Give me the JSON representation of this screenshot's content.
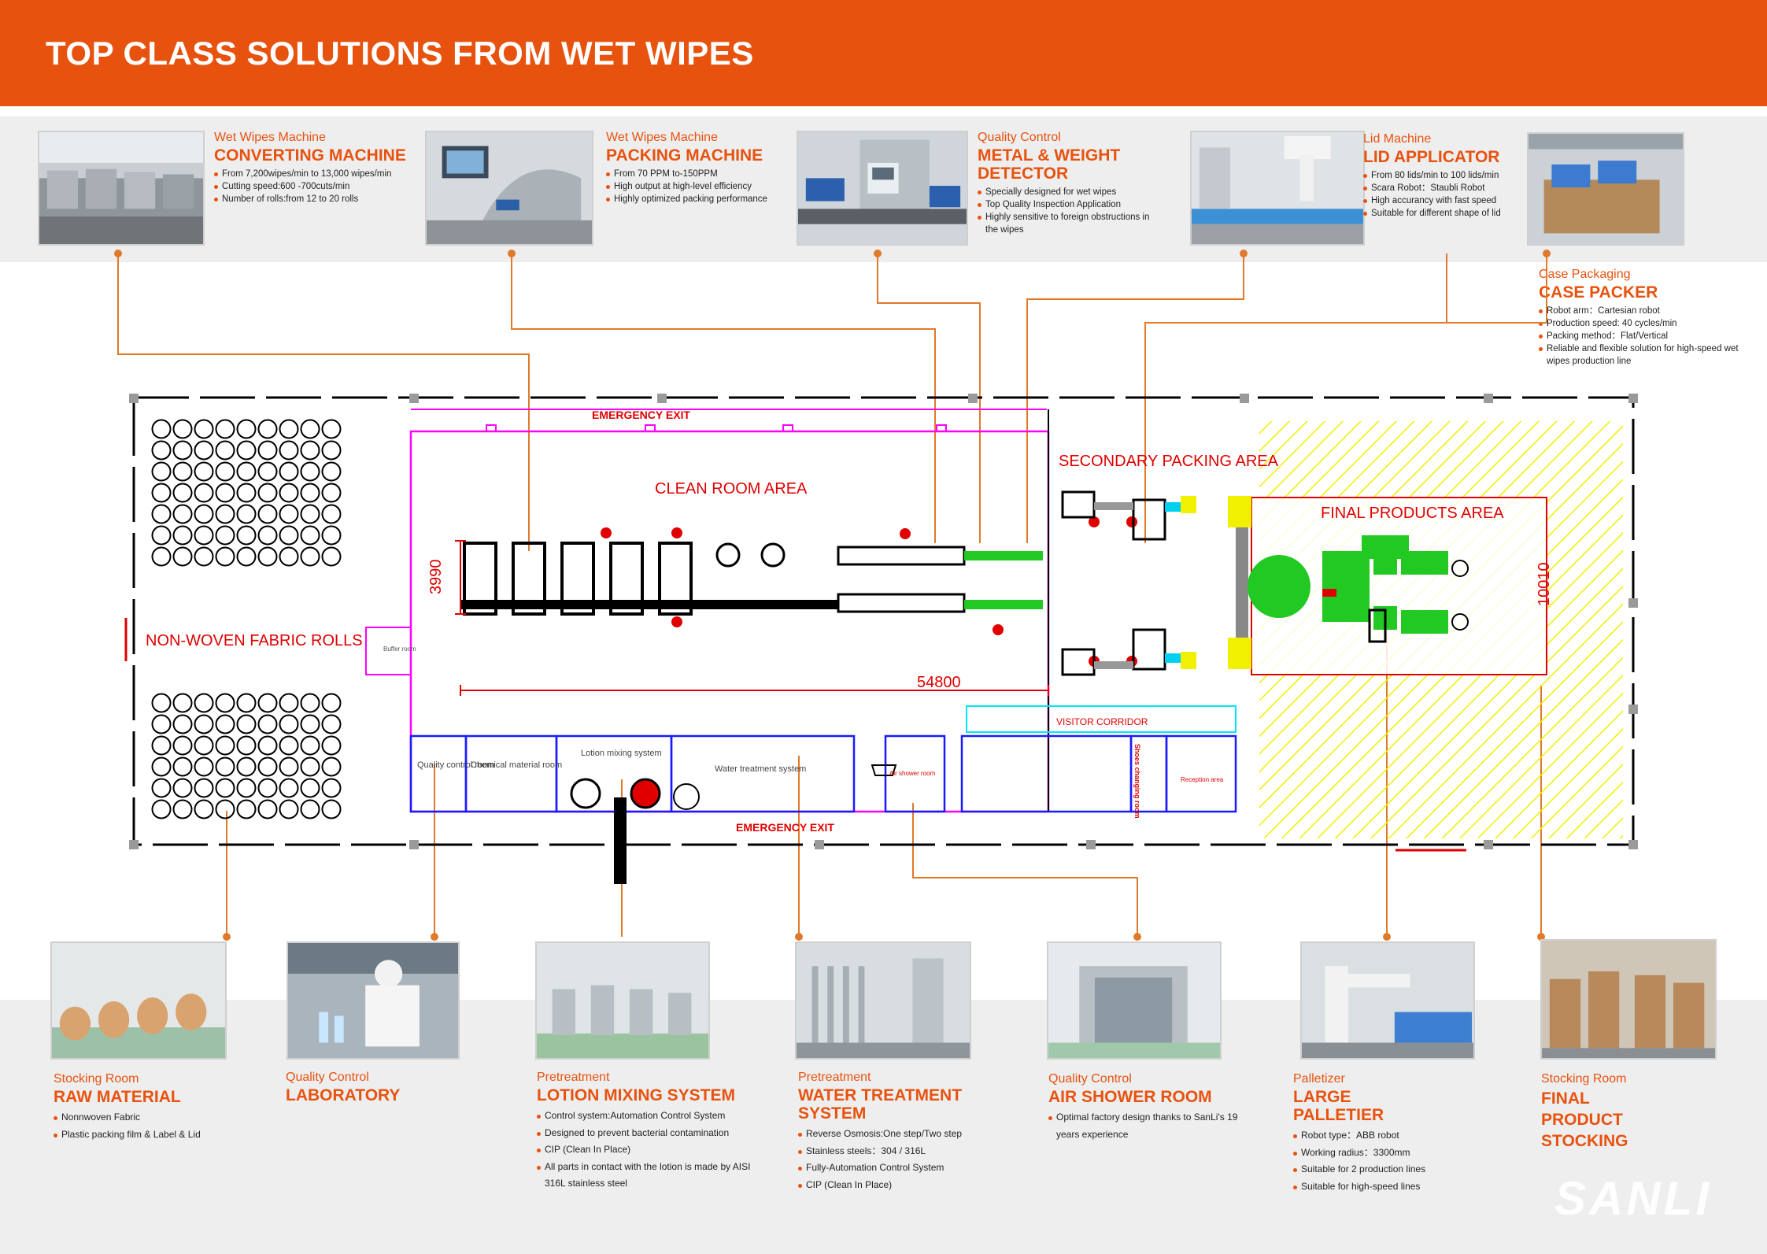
{
  "header": {
    "title": "TOP CLASS SOLUTIONS FROM WET WIPES"
  },
  "top_cards": [
    {
      "category": "Wet Wipes Machine",
      "name": "CONVERTING MACHINE",
      "items": [
        "From 7,200wipes/min to 13,000 wipes/min",
        "Cutting speed:600 -700cuts/min",
        "Number of rolls:from 12 to 20 rolls"
      ]
    },
    {
      "category": "Wet Wipes Machine",
      "name": "PACKING MACHINE",
      "items": [
        "From 70 PPM to-150PPM",
        "High output at high-level efficiency",
        "Highly optimized packing performance"
      ]
    },
    {
      "category": "Quality Control",
      "name": "METAL & WEIGHT DETECTOR",
      "items": [
        "Specially designed for wet wipes",
        "Top Quality Inspection Application",
        "Highly sensitive to foreign obstructions in the wipes"
      ]
    },
    {
      "category": "Lid Machine",
      "name": "LID APPLICATOR",
      "items": [
        "From 80 lids/min to 100 lids/min",
        "Scara Robot：Staubli Robot",
        "High accurancy with fast speed",
        "Suitable for different shape of lid"
      ]
    },
    {
      "category": "Case Packaging",
      "name": "CASE PACKER",
      "items": [
        "Robot arm：Cartesian robot",
        "Production speed: 40 cycles/min",
        "Packing method：Flat/Vertical",
        "Reliable and flexible solution for high-speed wet wipes production line"
      ]
    }
  ],
  "bottom_cards": [
    {
      "category": "Stocking Room",
      "name": "RAW MATERIAL",
      "items": [
        "Nonnwoven Fabric",
        "Plastic packing film & Label & Lid"
      ]
    },
    {
      "category": "Quality Control",
      "name": "LABORATORY",
      "items": []
    },
    {
      "category": "Pretreatment",
      "name": "LOTION MIXING SYSTEM",
      "items": [
        "Control system:Automation Control System",
        "Designed to prevent bacterial contamination",
        "CIP (Clean In Place)",
        "All parts in contact with the lotion is made by AISI 316L stainless steel"
      ]
    },
    {
      "category": "Pretreatment",
      "name": "WATER  TREATMENT SYSTEM",
      "items": [
        "Reverse Osmosis:One step/Two step",
        "Stainless steels：304 / 316L",
        "Fully-Automation Control System",
        "CIP (Clean In Place)"
      ]
    },
    {
      "category": "Quality Control",
      "name": "AIR SHOWER ROOM",
      "items": [
        "Optimal factory design thanks to SanLi's 19 years experience"
      ]
    },
    {
      "category": "Palletizer",
      "name": "LARGE PALLETIER",
      "items": [
        "Robot type：ABB robot",
        "Working radius：3300mm",
        "Suitable for 2 production lines",
        "Suitable for high-speed lines"
      ]
    },
    {
      "category": "Stocking Room",
      "name": "FINAL PRODUCT STOCKING",
      "items": []
    }
  ],
  "plan": {
    "emergency_exit_top": "EMERGENCY EXIT",
    "emergency_exit_bottom": "EMERGENCY EXIT",
    "clean_room": "CLEAN ROOM AREA",
    "secondary_packing": "SECONDARY PACKING AREA",
    "final_products": "FINAL PRODUCTS AREA",
    "fabric_rolls": "NON-WOVEN FABRIC ROLLS",
    "buffer_room": "Buffer room",
    "dimension_length": "54800",
    "dimension_height": "3990",
    "dimension_width": "10010",
    "visitor_corridor": "VISITOR CORRIDOR",
    "quality_control_room": "Quality control room",
    "chemical_room": "Chemical material room",
    "lotion_mixing": "Lotion mixing system",
    "water_treatment": "Water treatment system",
    "air_shower_room": "Air shower room",
    "reception_area": "Reception area",
    "changing_room": "Shoes changing room"
  },
  "brand": {
    "logo": "SANLI"
  },
  "colors": {
    "accent": "#e8520f",
    "wall": "#000000",
    "clean_room": "#ff00ff",
    "dimension": "#e00000",
    "corridor": "#00e5ff",
    "rooms": "#1a1aff",
    "conveyor": "#22c922",
    "hatch": "#f0f000"
  }
}
